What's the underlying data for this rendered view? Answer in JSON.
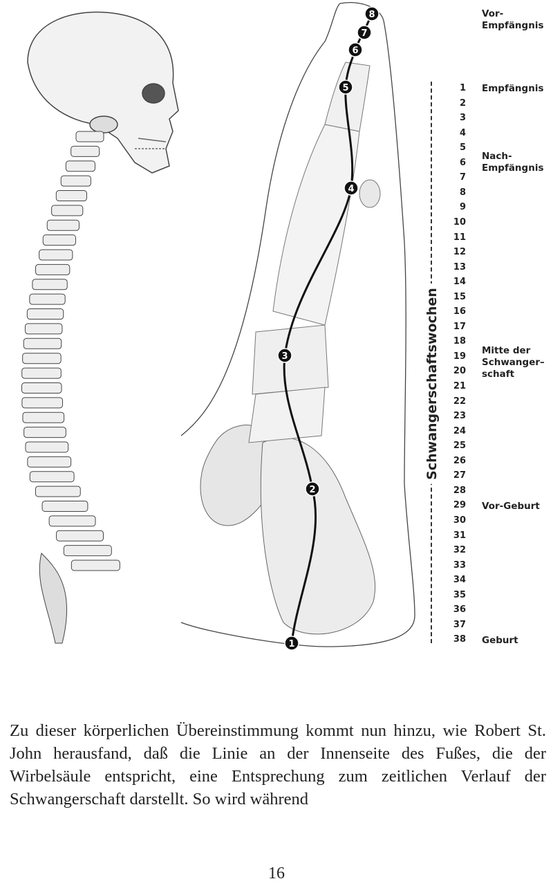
{
  "figure": {
    "axis_title": "Schwangerschaftswochen",
    "weeks": [
      "1",
      "2",
      "3",
      "4",
      "5",
      "6",
      "7",
      "8",
      "9",
      "10",
      "11",
      "12",
      "13",
      "14",
      "15",
      "16",
      "17",
      "18",
      "19",
      "20",
      "21",
      "22",
      "23",
      "24",
      "25",
      "26",
      "27",
      "28",
      "29",
      "30",
      "31",
      "32",
      "33",
      "34",
      "35",
      "36",
      "37",
      "38"
    ],
    "phase_labels": {
      "pre_conception": [
        "Vor-",
        "Empfängnis"
      ],
      "conception": "Empfängnis",
      "post_conception": [
        "Nach-",
        "Empfängnis"
      ],
      "mid_pregnancy": [
        "Mitte der",
        "Schwanger–",
        "schaft"
      ],
      "pre_birth": "Vor-Geburt",
      "birth": "Geburt"
    },
    "markers": [
      "1",
      "2",
      "3",
      "4",
      "5",
      "6",
      "7",
      "8"
    ]
  },
  "body_text": {
    "paragraph": "Zu dieser körperlichen Übereinstimmung kommt nun hinzu, wie Robert St. John herausfand, daß die Linie an der Innenseite des Fußes, die der Wirbelsäule entspricht, eine Entsprechung zum zeitlichen Verlauf der Schwangerschaft darstellt. So wird während",
    "page_number": "16"
  }
}
